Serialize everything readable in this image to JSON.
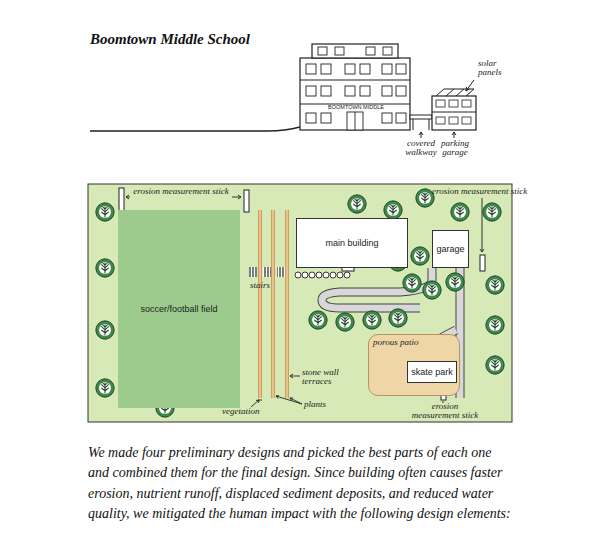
{
  "diagram": {
    "title": "Boomtown Middle School",
    "caption": "We made four preliminary designs and picked the best parts of each one and combined them for the final design. Since building often causes faster erosion, nutrient runoff, displaced sediment deposits, and reduced water quality, we mitigated the human impact with the following design elements:",
    "nodes": [
      {
        "text": [
          "soccer/football field"
        ]
      },
      {
        "text": [
          "main building"
        ]
      },
      {
        "text": [
          "garage"
        ]
      },
      {
        "text": [
          "porous patio"
        ]
      },
      {
        "text": [
          "skate park"
        ],
        "in": 3
      }
    ],
    "labels": [
      "BOOMTOWN MIDDLE",
      "solar panels",
      "covered walkway",
      "parking garage",
      "erosion measurement stick",
      "erosion measurement stick",
      "stairs",
      "stone wall terraces",
      "vegetation",
      "plants",
      "erosion measurement stick"
    ]
  }
}
